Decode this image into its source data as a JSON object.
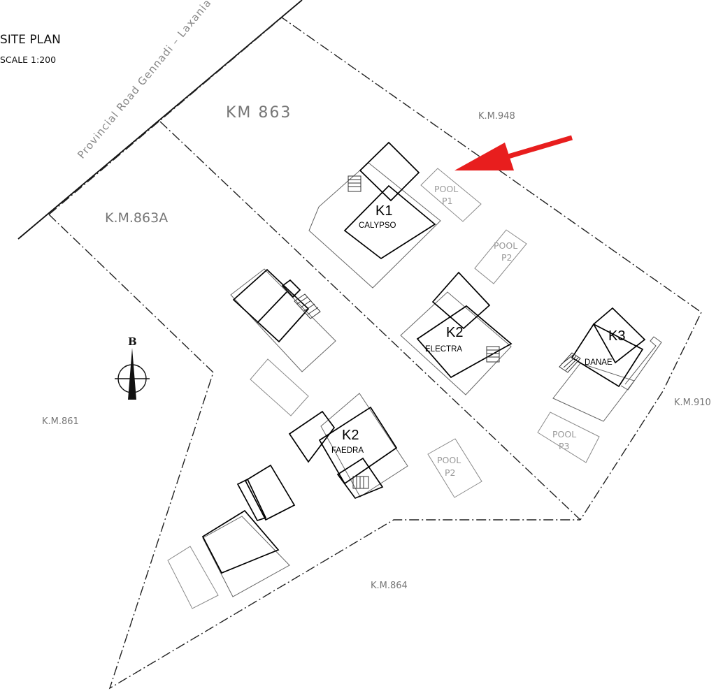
{
  "header": {
    "title": "SITE PLAN",
    "scale": "SCALE 1:200"
  },
  "road": {
    "label": "Provincial Road  Gennadi – Laxania"
  },
  "lots": {
    "km863": "KM 863",
    "km863a": "K.M.863A",
    "km948": "K.M.948",
    "km861": "K.M.861",
    "km910": "K.M.910",
    "km864": "K.M.864"
  },
  "units": {
    "k1": {
      "code": "K1",
      "name": "CALYPSO"
    },
    "k2_electra": {
      "code": "K2",
      "name": "ELECTRA"
    },
    "k3": {
      "code": "K3",
      "name": "DANAE"
    },
    "k2_faedra": {
      "code": "K2",
      "name": "FAEDRA"
    }
  },
  "pools": {
    "p1": {
      "line1": "POOL",
      "line2": "P1"
    },
    "p2_upper": {
      "line1": "POOL",
      "line2": "P2"
    },
    "p3": {
      "line1": "POOL",
      "line2": "P3"
    },
    "p2_lower": {
      "line1": "POOL",
      "line2": "P2"
    }
  },
  "compass": {
    "label": "B"
  },
  "colors": {
    "arrow": "#e81e1e",
    "linework": "#000000",
    "lot_text": "#777777"
  }
}
